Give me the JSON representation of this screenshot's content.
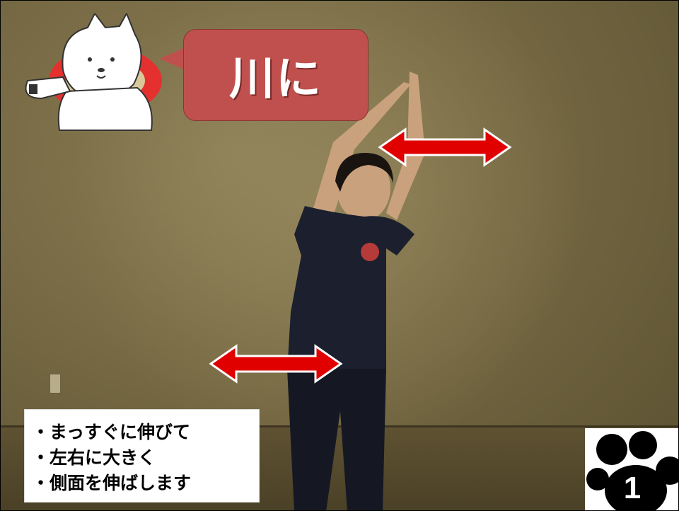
{
  "bubble": {
    "text": "川に"
  },
  "caption": {
    "lines": [
      "・まっすぐに伸びて",
      "・左右に大きく",
      "・側面を伸ばします"
    ]
  },
  "badge": {
    "number": "1"
  },
  "colors": {
    "bubble": "#c0504d",
    "arrow": "#e00000",
    "wall": "#786b45"
  },
  "icons": {
    "mascot": "white-dog-mascot-with-life-ring",
    "arrow": "double-headed-arrow",
    "paw": "paw-print"
  }
}
